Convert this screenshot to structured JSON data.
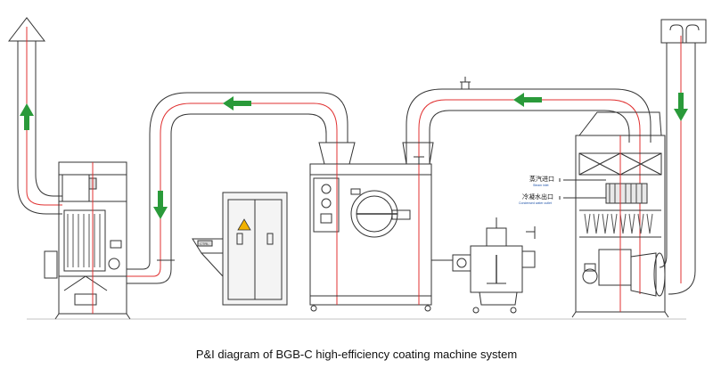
{
  "caption": "P&I diagram of BGB-C high-efficiency coating machine system",
  "labels": {
    "steam_inlet_cn": "蒸汽进口",
    "steam_inlet_en": "Steam inlet",
    "condensate_outlet_cn": "冷凝水出口",
    "condensate_outlet_en": "Condensed water outlet",
    "cabinet_tag": "CTRL"
  },
  "colors": {
    "line": "#333333",
    "pipe_center": "#e03030",
    "flow_arrow": "#2a9a3a",
    "panel_fill": "#f4f4f4"
  },
  "icons": {
    "flow": "arrow-icon",
    "warning": "warning-triangle-icon"
  }
}
